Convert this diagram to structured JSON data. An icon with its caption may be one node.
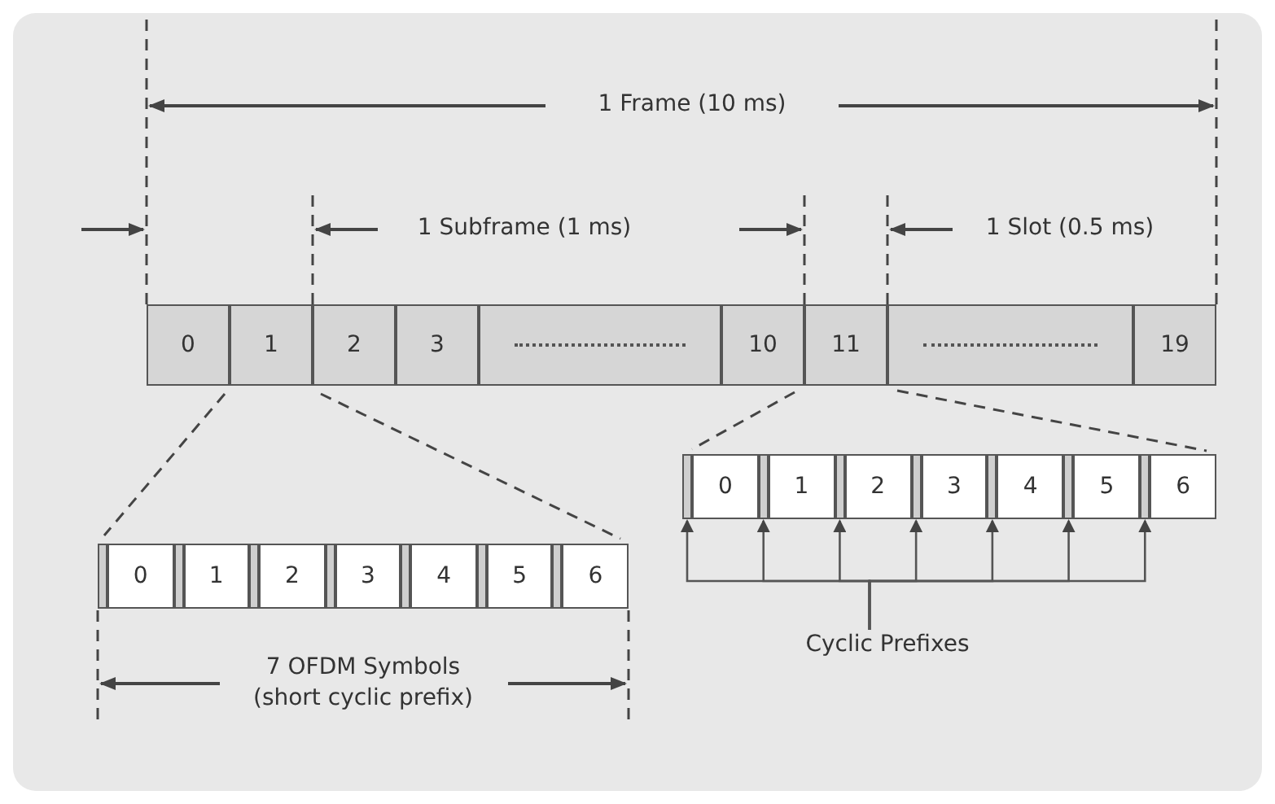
{
  "diagram": {
    "nodes": [
      {
        "text": [
          "0"
        ]
      },
      {
        "text": [
          "1"
        ]
      },
      {
        "text": [
          "2"
        ]
      },
      {
        "text": [
          "3"
        ]
      },
      {
        "text": [],
        "shape": "box"
      },
      {
        "text": [
          "10"
        ]
      },
      {
        "text": [
          "11"
        ]
      },
      {
        "text": [],
        "shape": "box"
      },
      {
        "text": [
          "19"
        ]
      },
      {
        "text": [],
        "shape": "bar"
      },
      {
        "text": [
          "0"
        ]
      },
      {
        "text": [],
        "shape": "bar"
      },
      {
        "text": [
          "1"
        ]
      },
      {
        "text": [],
        "shape": "bar"
      },
      {
        "text": [
          "2"
        ]
      },
      {
        "text": [],
        "shape": "bar"
      },
      {
        "text": [
          "3"
        ]
      },
      {
        "text": [],
        "shape": "bar"
      },
      {
        "text": [
          "4"
        ]
      },
      {
        "text": [],
        "shape": "bar"
      },
      {
        "text": [
          "5"
        ]
      },
      {
        "text": [],
        "shape": "bar"
      },
      {
        "text": [
          "6"
        ]
      },
      {
        "text": [],
        "shape": "bar"
      },
      {
        "text": [
          "0"
        ]
      },
      {
        "text": [],
        "shape": "bar"
      },
      {
        "text": [
          "1"
        ]
      },
      {
        "text": [],
        "shape": "bar"
      },
      {
        "text": [
          "2"
        ]
      },
      {
        "text": [],
        "shape": "bar"
      },
      {
        "text": [
          "3"
        ]
      },
      {
        "text": [],
        "shape": "bar"
      },
      {
        "text": [
          "4"
        ]
      },
      {
        "text": [],
        "shape": "bar"
      },
      {
        "text": [
          "5"
        ]
      },
      {
        "text": [],
        "shape": "bar"
      },
      {
        "text": [
          "6"
        ]
      },
      {
        "text": [
          "Cyclic Prefixes"
        ]
      }
    ],
    "edges": [
      {
        "from": 37,
        "to": 23,
        "arrow": "to"
      },
      {
        "from": 37,
        "to": 25,
        "arrow": "to"
      },
      {
        "from": 37,
        "to": 27,
        "arrow": "to"
      },
      {
        "from": 37,
        "to": 29,
        "arrow": "to"
      },
      {
        "from": 37,
        "to": 31,
        "arrow": "to"
      },
      {
        "from": 37,
        "to": 33,
        "arrow": "to"
      },
      {
        "from": 37,
        "to": 35,
        "arrow": "to"
      }
    ],
    "labels": [
      "1 Frame (10 ms)",
      "1 Subframe (1 ms)",
      "1 Slot (0.5 ms)",
      "7 OFDM Symbols (short cyclic prefix)"
    ]
  }
}
